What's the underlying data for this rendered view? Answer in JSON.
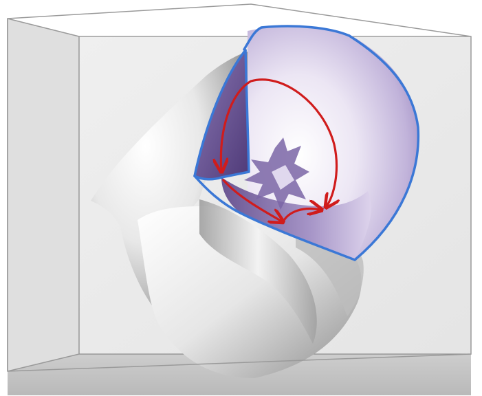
{
  "figure": {
    "colors": {
      "background": "#ffffff",
      "box_edge": "#8c8c8c",
      "box_back_wall": "#d9d9d9",
      "box_floor": "#c4c4c4",
      "surface_light": "#f7f7f7",
      "surface_dark": "#8a8a8a",
      "cutaway_interior_light": "#ece6f4",
      "cutaway_interior_dark": "#5b4584",
      "cutaway_outline": "#3b78d6",
      "flow_arrows": "#d01c1c"
    },
    "flow_arrows": [
      {
        "shape": "loop",
        "icon": "curved-arrow"
      },
      {
        "shape": "arc",
        "icon": "curved-arrow"
      },
      {
        "shape": "arc",
        "icon": "curved-arrow"
      }
    ]
  }
}
